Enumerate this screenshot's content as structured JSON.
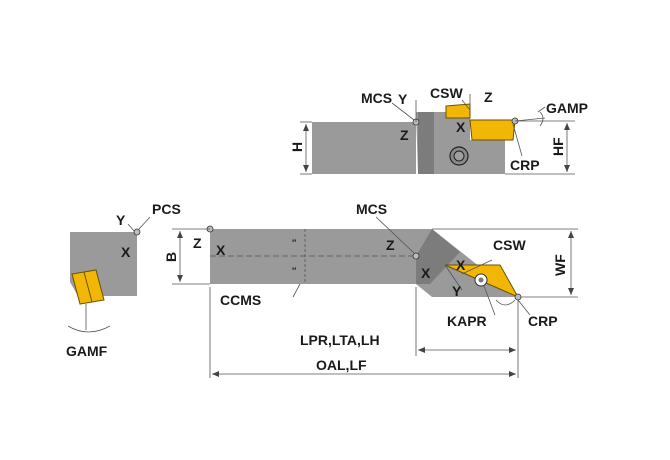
{
  "labels": {
    "top": {
      "mcs": "MCS",
      "y": "Y",
      "csw": "CSW",
      "z_top": "Z",
      "gamp": "GAMP",
      "z": "Z",
      "x": "X",
      "h": "H",
      "crp": "CRP",
      "hf": "HF"
    },
    "end": {
      "y": "Y",
      "pcs": "PCS",
      "x": "X",
      "gamf": "GAMF"
    },
    "main": {
      "z_left": "Z",
      "x_left": "X",
      "b": "B",
      "mcs": "MCS",
      "z": "Z",
      "x": "X",
      "csw": "CSW",
      "x_insert": "X",
      "y_insert": "Y",
      "wf": "WF",
      "ccms": "CCMS",
      "kapr": "KAPR",
      "crp": "CRP",
      "lpr": "LPR,LTA,LH",
      "oal": "OAL,LF"
    }
  }
}
